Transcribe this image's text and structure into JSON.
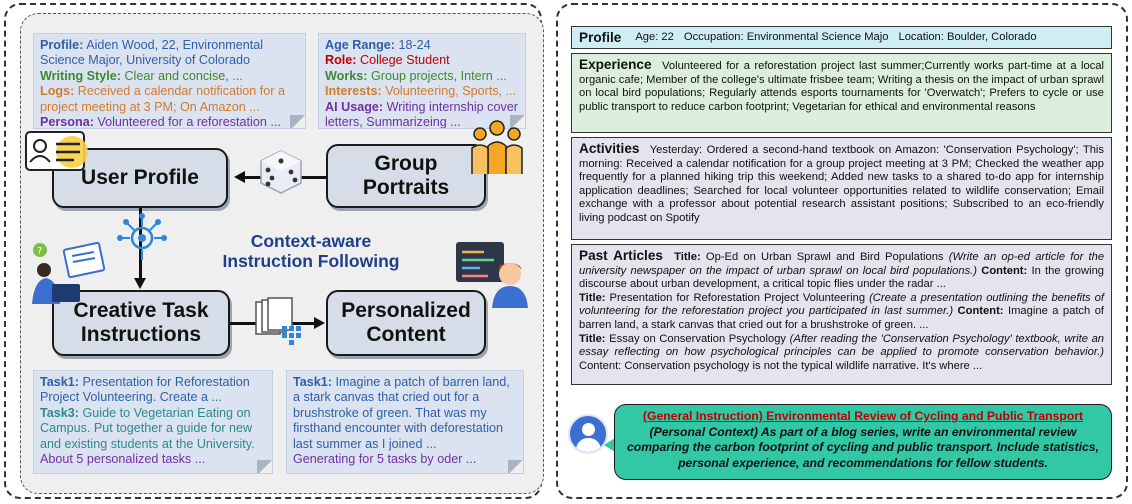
{
  "left": {
    "profile_note": {
      "profile_label": "Profile:",
      "profile_text": "Aiden Wood, 22, Environmental Science Major, University of Colorado",
      "style_label": "Writing Style:",
      "style_text": "Clear and concise, ...",
      "logs_label": "Logs:",
      "logs_text": "Received a calendar notification for a project meeting at 3 PM; On Amazon ...",
      "persona_label": "Persona:",
      "persona_text": "Volunteered for a reforestation ..."
    },
    "portrait_note": {
      "age_label": "Age Range:",
      "age_text": "18-24",
      "role_label": "Role:",
      "role_text": "College Student",
      "works_label": "Works:",
      "works_text": "Group projects, Intern ...",
      "interests_label": "Interests:",
      "interests_text": "Volunteering, Sports, ...",
      "ai_label": "AI Usage:",
      "ai_text": "Writing internship cover letters, Summarizeing ..."
    },
    "boxes": {
      "user_profile": "User Profile",
      "group_portraits": "Group Portraits",
      "creative_tasks": "Creative Task Instructions",
      "personalized": "Personalized Content"
    },
    "center_title": "Context-aware Instruction Following",
    "task_note": {
      "task1_label": "Task1:",
      "task1_text": "Presentation for Reforestation Project Volunteering. Create a ...",
      "task3_label": "Task3:",
      "task3_text": "Guide to Vegetarian Eating on Campus. Put together a guide for new and existing students at the University.",
      "footer": "About 5 personalized tasks ..."
    },
    "content_note": {
      "task1_label": "Task1:",
      "task1_text": "Imagine a patch of barren land, a stark canvas that cried out for a brushstroke of green. That was my firsthand encounter with deforestation last summer as I joined ...",
      "footer": "Generating for 5 tasks by oder ..."
    },
    "icons": [
      "id-card-icon",
      "dice-icon",
      "group-people-icon",
      "brain-network-icon",
      "person-with-laptop-icon",
      "documents-stack-icon",
      "developer-at-screen-icon"
    ]
  },
  "right": {
    "profile": {
      "heading": "Profile",
      "age": "Age: 22",
      "occupation": "Occupation: Environmental Science Majo",
      "location": "Location: Boulder, Colorado"
    },
    "experience": {
      "heading": "Experience",
      "text": "Volunteered for a reforestation project last summer;Currently works part-time at a local organic cafe; Member of the college's ultimate frisbee team; Writing a thesis on the impact of urban sprawl on local bird populations; Regularly attends esports tournaments for 'Overwatch'; Prefers to cycle or use public transport to reduce carbon footprint; Vegetarian for ethical and environmental reasons"
    },
    "activities": {
      "heading": "Activities",
      "text": "Yesterday: Ordered a second-hand textbook on Amazon: 'Conservation Psychology'; This morning: Received a calendar notification for a group project meeting at 3 PM; Checked the weather app frequently for a planned hiking trip this weekend; Added new tasks to a shared to-do app for internship application deadlines; Searched for local volunteer opportunities related to wildlife conservation; Email exchange with a professor about potential research assistant positions; Subscribed to an eco-friendly living podcast on Spotify"
    },
    "articles": {
      "heading": "Past Articles",
      "a1_title_label": "Title:",
      "a1_title": "Op-Ed on Urban Sprawl and Bird Populations",
      "a1_prompt": "(Write an op-ed article for the university newspaper on the impact of urban sprawl on local bird populations.)",
      "a1_content_label": "Content:",
      "a1_content": "In the growing discourse about urban development, a critical topic flies under the radar ...",
      "a2_title_label": "Title:",
      "a2_title": "Presentation for Reforestation Project Volunteering",
      "a2_prompt": "(Create a presentation outlining the benefits of volunteering for the reforestation project you participated in last summer.)",
      "a2_content_label": "Content:",
      "a2_content": "Imagine a patch of barren land, a stark canvas that cried out for a brushstroke of green. ...",
      "a3_title_label": "Title:",
      "a3_title": "Essay on Conservation Psychology",
      "a3_prompt": "(After reading the 'Conservation Psychology' textbook, write an essay reflecting on how psychological principles can be applied to promote conservation behavior.)",
      "a3_content": "Content: Conservation psychology is not the typical wildlife narrative. It's where ..."
    },
    "instruction": {
      "general": "(General Instruction) Environmental Review of Cycling and Public Transport",
      "personal": "(Personal Context) As part of a blog series, write an environmental review comparing the carbon footprint of cycling and public transport. Include statistics, personal experience, and recommendations for fellow students."
    },
    "icons": [
      "user-avatar-icon"
    ]
  },
  "colors": {
    "note_bg": "#dbe3f1",
    "box_bg": "#d6dde8",
    "title_blue": "#1f3f8a",
    "profile_bg": "#cfeef4",
    "experience_bg": "#dcefdc",
    "activities_bg": "#e4e4ee",
    "callout_bg": "#32c8a5",
    "red": "#c00000"
  }
}
